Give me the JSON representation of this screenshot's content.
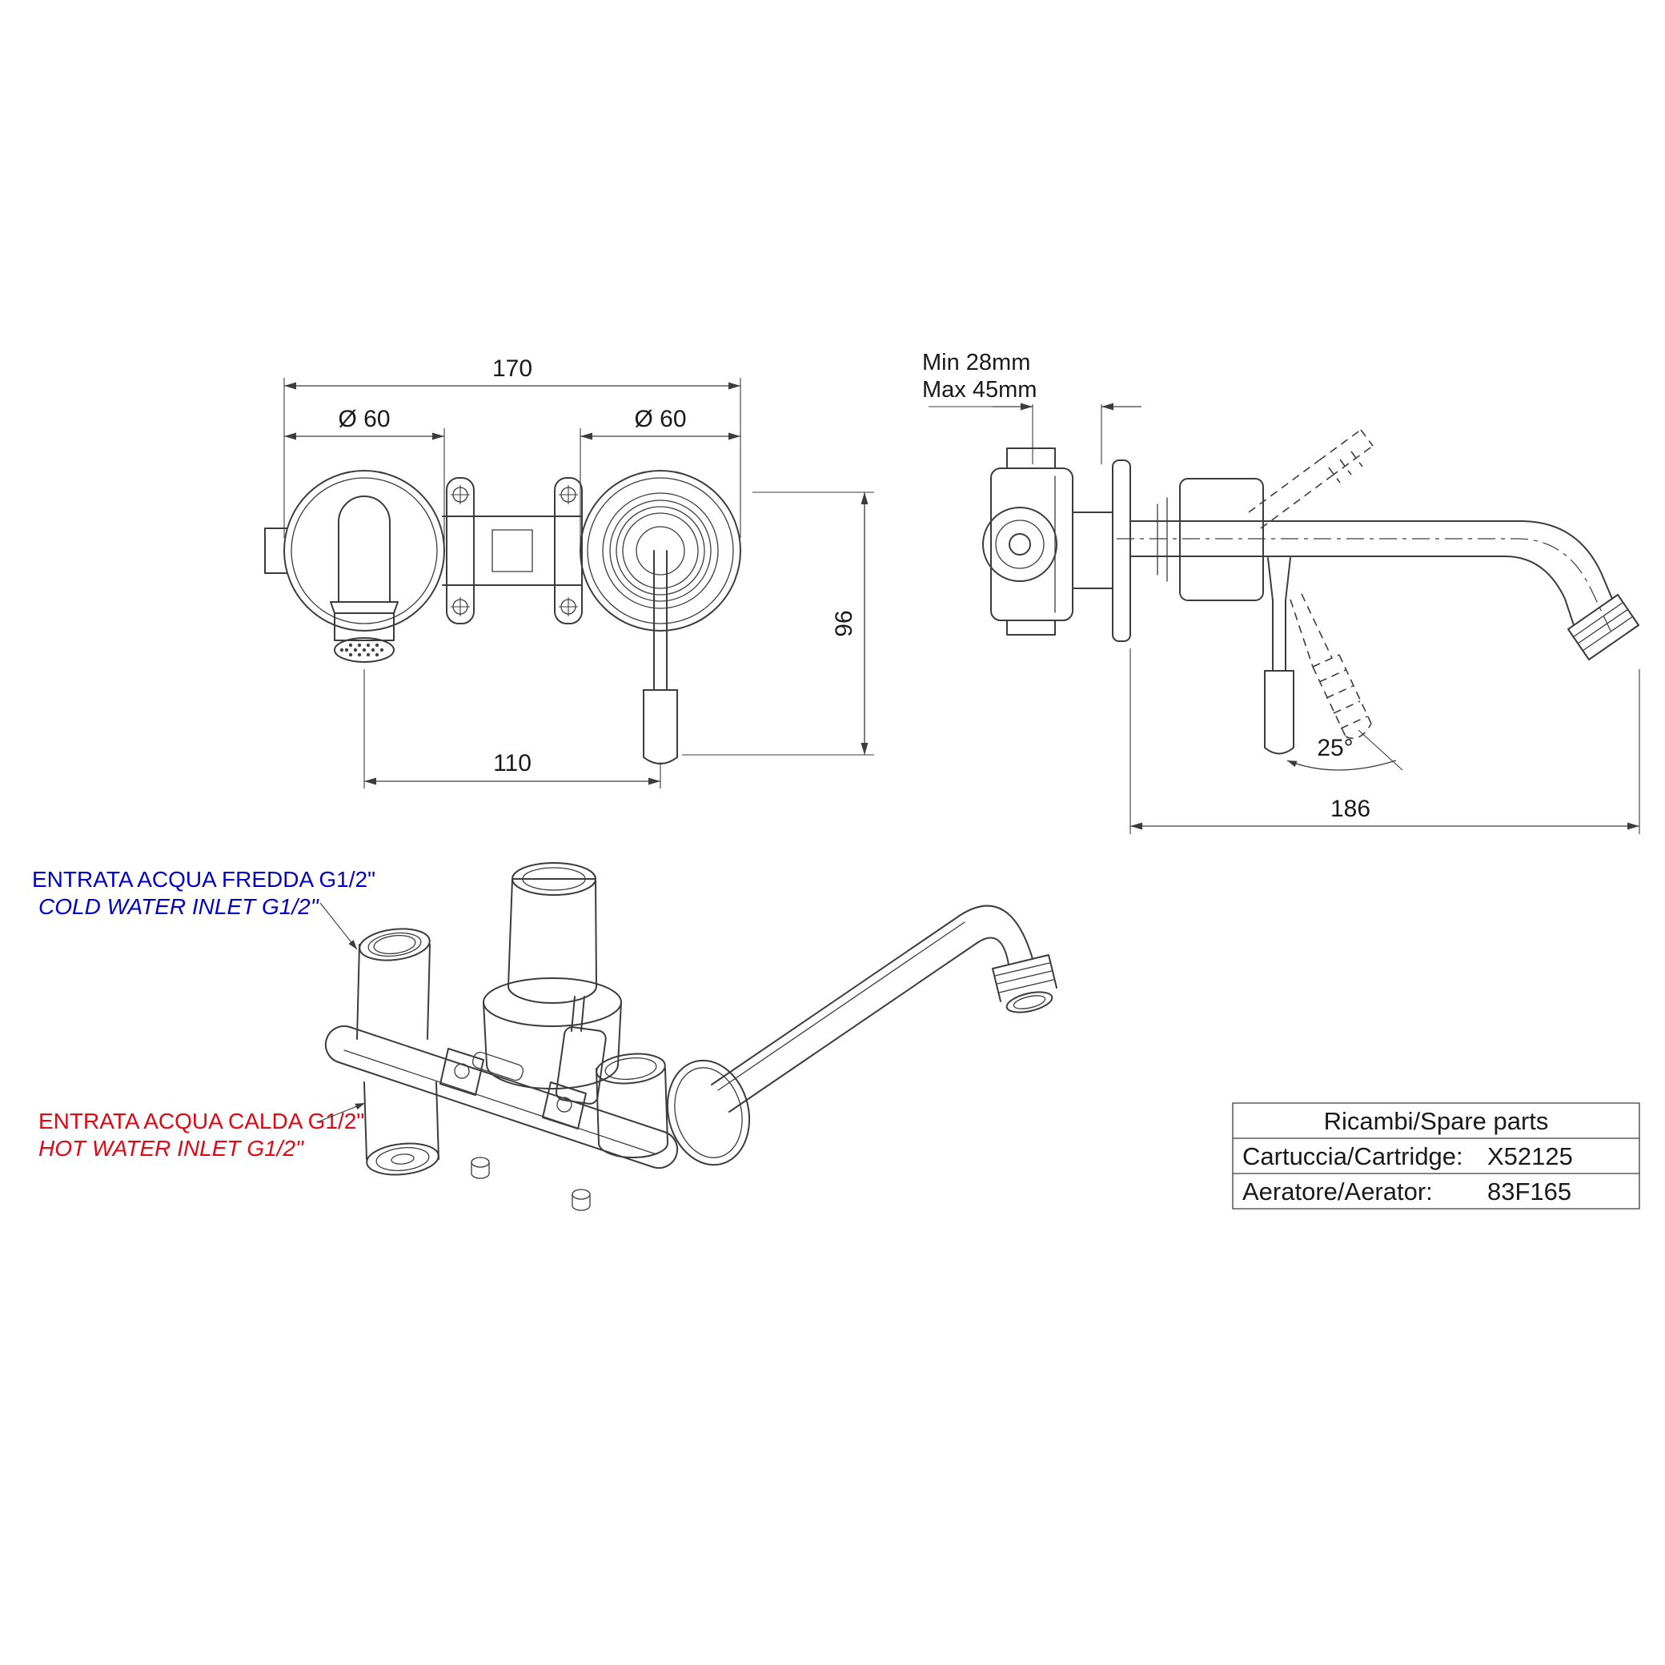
{
  "meta": {
    "description": "Technical dimension drawing of a wall-mounted basin mixer tap with spare parts table"
  },
  "colors": {
    "line": "#3c3c3c",
    "text": "#1a1a1a",
    "cold": "#0000c8",
    "hot": "#e30613",
    "bg": "#ffffff"
  },
  "front_view": {
    "dim_total_width": "170",
    "dim_left_diameter": "Ø 60",
    "dim_right_diameter": "Ø 60",
    "dim_center_distance": "110",
    "dim_height": "96"
  },
  "side_view": {
    "dim_wall_min": "Min 28mm",
    "dim_wall_max": "Max 45mm",
    "dim_angle": "25°",
    "dim_spout_reach": "186"
  },
  "annotations": {
    "cold_it": "ENTRATA ACQUA FREDDA G1/2\"",
    "cold_en": "COLD WATER INLET G1/2\"",
    "hot_it": "ENTRATA ACQUA CALDA G1/2\"",
    "hot_en": "HOT WATER INLET G1/2\""
  },
  "spare_parts": {
    "title": "Ricambi/Spare parts",
    "rows": [
      {
        "label": "Cartuccia/Cartridge:",
        "value": "X52125"
      },
      {
        "label": "Aeratore/Aerator:",
        "value": "83F165"
      }
    ]
  }
}
